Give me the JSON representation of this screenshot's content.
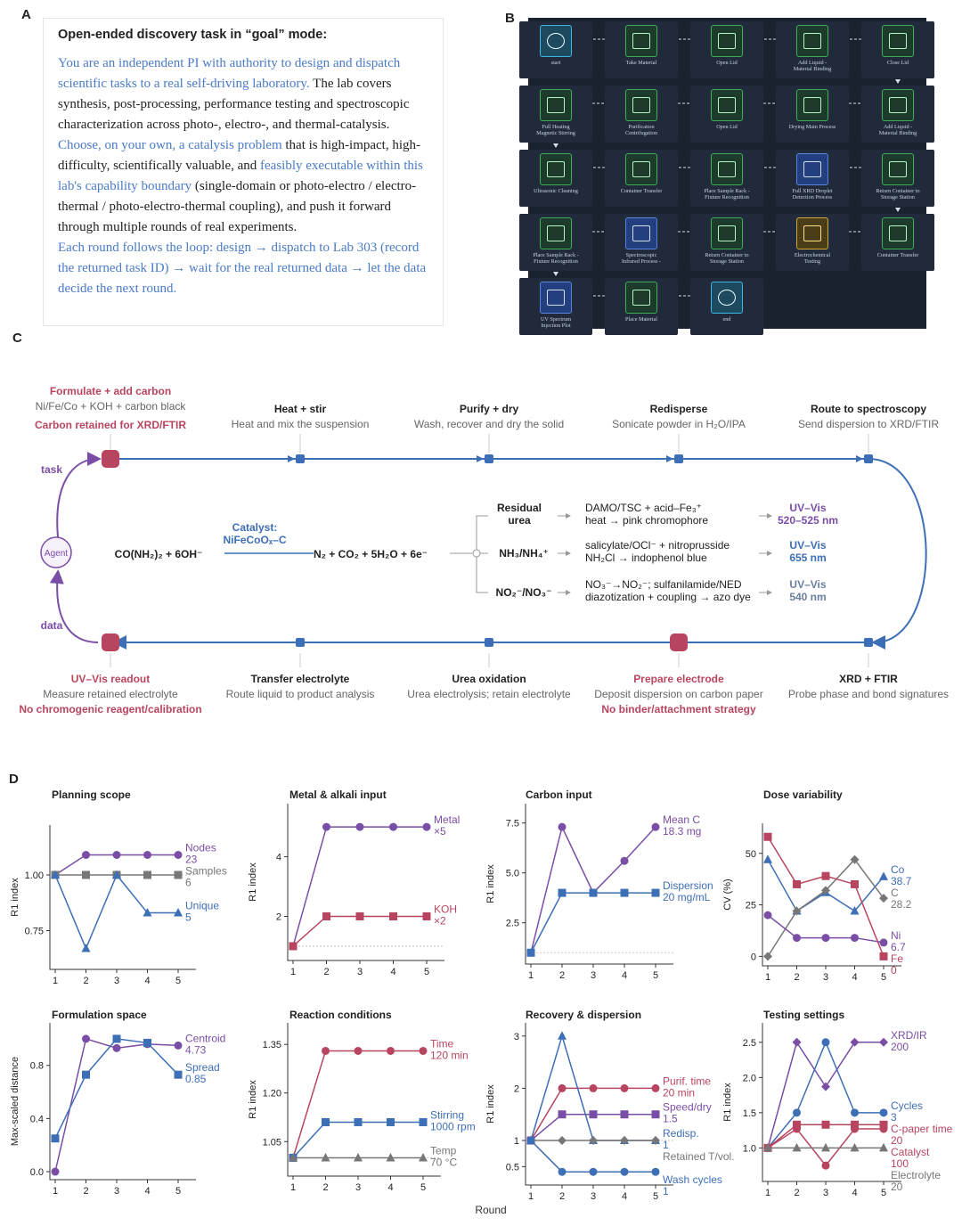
{
  "panels": {
    "a": "A",
    "b": "B",
    "c": "C",
    "d": "D"
  },
  "panel_a": {
    "title": "Open-ended discovery task in “goal” mode:",
    "p1_blue1": "You are an independent PI with authority to design and dispatch scientific tasks to a real self-driving laboratory.",
    "p1_black1": " The lab covers synthesis, post-processing, performance testing and spectroscopic characterization across photo-, electro-, and thermal-catalysis. ",
    "p1_blue2": "Choose, on your own, a catalysis problem",
    "p1_black2": " that is high-impact, high-difficulty, scientifically valuable, and ",
    "p1_blue3": "feasibly executable within this lab's capability boundary",
    "p1_black3": " (single-domain or photo-electro / electro-thermal / photo-electro-thermal coupling), and push it forward through multiple rounds of real experiments.",
    "p2": "Each round follows the loop: design → dispatch to Lab 303 (record the returned task ID) → wait for the real returned data → let the data decide the next round."
  },
  "panel_b": {
    "nodes": [
      {
        "label": "start",
        "color": "teal"
      },
      {
        "label": "Take Material",
        "color": "green"
      },
      {
        "label": "Open Lid",
        "color": "green"
      },
      {
        "label": "Add Liquid - Material Binding",
        "color": "green"
      },
      {
        "label": "Close Lid",
        "color": "green"
      },
      {
        "label": "Add Liquid - Material Binding",
        "color": "green"
      },
      {
        "label": "Drying Main Process",
        "color": "green"
      },
      {
        "label": "Open Lid",
        "color": "green"
      },
      {
        "label": "Purification Centrifugation",
        "color": "green"
      },
      {
        "label": "Full Heating Magnetic Stirring",
        "color": "green"
      },
      {
        "label": "Ultrasonic Cleaning",
        "color": "green"
      },
      {
        "label": "Container Transfer",
        "color": "green"
      },
      {
        "label": "Place Sample Rack - Fixture Recognition",
        "color": "green"
      },
      {
        "label": "Full XRD Droplet Detection Process",
        "color": "blue"
      },
      {
        "label": "Return Container to Storage Station",
        "color": "green"
      },
      {
        "label": "Container Transfer",
        "color": "green"
      },
      {
        "label": "Electrochemical Testing",
        "color": "yellow"
      },
      {
        "label": "Return Container to Storage Station",
        "color": "green"
      },
      {
        "label": "Spectroscopic Infrared Process -",
        "color": "blue"
      },
      {
        "label": "Place Sample Rack - Fixture Recognition",
        "color": "green"
      },
      {
        "label": "UV Spectrum Injection Plot",
        "color": "blue"
      },
      {
        "label": "Place Material",
        "color": "green"
      },
      {
        "label": "end",
        "color": "teal"
      }
    ]
  },
  "panel_c": {
    "top_steps": [
      {
        "title": "Formulate + add carbon",
        "sub": "Ni/Fe/Co + KOH + carbon black",
        "warn": "Carbon retained for XRD/FTIR"
      },
      {
        "title": "Heat + stir",
        "sub": "Heat and mix the suspension",
        "warn": ""
      },
      {
        "title": "Purify + dry",
        "sub": "Wash, recover and dry the solid",
        "warn": ""
      },
      {
        "title": "Redisperse",
        "sub": "Sonicate powder in H₂O/IPA",
        "warn": ""
      },
      {
        "title": "Route to spectroscopy",
        "sub": "Send dispersion to XRD/FTIR",
        "warn": ""
      }
    ],
    "bottom_steps": [
      {
        "title": "UV–Vis readout",
        "sub": "Measure retained electrolyte",
        "warn": "No chromogenic reagent/calibration"
      },
      {
        "title": "Transfer electrolyte",
        "sub": "Route liquid to product analysis",
        "warn": ""
      },
      {
        "title": "Urea oxidation",
        "sub": "Urea electrolysis; retain electrolyte",
        "warn": ""
      },
      {
        "title": "Prepare electrode",
        "sub": "Deposit dispersion on carbon paper",
        "warn": "No binder/attachment strategy"
      },
      {
        "title": "XRD + FTIR",
        "sub": "Probe phase and bond signatures",
        "warn": ""
      }
    ],
    "task_label": "task",
    "data_label": "data",
    "agent_label": "Agent",
    "reactant": "CO(NH₂)₂ + 6OH⁻",
    "catalyst_line1": "Catalyst:",
    "catalyst_line2": "NiFeCoOₓ–C",
    "product": "N₂ + CO₂ + 5H₂O + 6e⁻",
    "assays": [
      {
        "species": "Residual urea",
        "method1": "DAMO/TSC + acid–Fe₃⁺",
        "method2": "heat → pink chromophore",
        "readout1": "UV–Vis",
        "readout2": "520–525 nm"
      },
      {
        "species": "NH₃/NH₄⁺",
        "method1": "salicylate/OCl⁻ + nitroprusside",
        "method2": "NH₂Cl → indophenol blue",
        "readout1": "UV–Vis",
        "readout2": "655 nm"
      },
      {
        "species": "NO₂⁻/NO₃⁻",
        "method1": "NO₃⁻→NO₂⁻; sulfanilamide/NED",
        "method2": "diazotization + coupling → azo dye",
        "readout1": "UV–Vis",
        "readout2": "540 nm"
      }
    ],
    "colors": {
      "blue": "#3d6fb6",
      "purple": "#7a4ea6",
      "red": "#b8455f"
    }
  },
  "panel_d": {
    "x_axis_title": "Round",
    "x_ticks": [
      "1",
      "2",
      "3",
      "4",
      "5"
    ]
  },
  "chart_data": [
    {
      "type": "line",
      "title": "Planning scope",
      "ylabel": "R1 index",
      "ylim": [
        0.6,
        1.2
      ],
      "yticks": [
        "0.75",
        "1.00"
      ],
      "x": [
        1,
        2,
        3,
        4,
        5
      ],
      "ref": 1.0,
      "series": [
        {
          "name": "Nodes",
          "value_label": "23",
          "color": "#7a4ea6",
          "marker": "circle",
          "values": [
            1.0,
            1.09,
            1.09,
            1.09,
            1.09
          ]
        },
        {
          "name": "Samples",
          "value_label": "6",
          "color": "#777777",
          "marker": "square",
          "values": [
            1.0,
            1.0,
            1.0,
            1.0,
            1.0
          ]
        },
        {
          "name": "Unique",
          "value_label": "5",
          "color": "#3d6fb6",
          "marker": "triangle",
          "values": [
            1.0,
            0.67,
            1.0,
            0.83,
            0.83
          ]
        }
      ]
    },
    {
      "type": "line",
      "title": "Metal & alkali input",
      "ylabel": "R1 index",
      "ylim": [
        0.7,
        5.6
      ],
      "yticks": [
        "2",
        "4"
      ],
      "x": [
        1,
        2,
        3,
        4,
        5
      ],
      "ref": 1.0,
      "series": [
        {
          "name": "Metal",
          "value_label": "×5",
          "color": "#7a4ea6",
          "marker": "circle",
          "values": [
            1,
            5,
            5,
            5,
            5
          ]
        },
        {
          "name": "KOH",
          "value_label": "×2",
          "color": "#b8455f",
          "marker": "square",
          "values": [
            1,
            2,
            2,
            2,
            2
          ]
        }
      ]
    },
    {
      "type": "line",
      "title": "Carbon input",
      "ylabel": "R1 index",
      "ylim": [
        0.7,
        8.2
      ],
      "yticks": [
        "2.5",
        "5.0",
        "7.5"
      ],
      "x": [
        1,
        2,
        3,
        4,
        5
      ],
      "ref": 1.0,
      "series": [
        {
          "name": "Mean C",
          "value_label": "18.3 mg",
          "color": "#7a4ea6",
          "marker": "circle",
          "values": [
            1,
            7.3,
            4.0,
            5.6,
            7.3
          ]
        },
        {
          "name": "Dispersion",
          "value_label": "20 mg/mL",
          "color": "#3d6fb6",
          "marker": "square",
          "values": [
            1,
            4.0,
            4.0,
            4.0,
            4.0
          ]
        }
      ]
    },
    {
      "type": "line",
      "title": "Dose variability",
      "ylabel": "CV (%)",
      "ylim": [
        -2,
        62
      ],
      "yticks": [
        "0",
        "25",
        "50"
      ],
      "x": [
        1,
        2,
        3,
        4,
        5
      ],
      "ref": null,
      "series": [
        {
          "name": "Co",
          "value_label": "38.7",
          "color": "#3d6fb6",
          "marker": "triangle",
          "values": [
            47,
            22,
            31,
            22,
            38.7
          ]
        },
        {
          "name": "C",
          "value_label": "28.2",
          "color": "#777777",
          "marker": "diamond",
          "values": [
            0,
            22,
            32,
            47,
            28.2
          ]
        },
        {
          "name": "Ni",
          "value_label": "6.7",
          "color": "#7a4ea6",
          "marker": "circle",
          "values": [
            20,
            9,
            9,
            9,
            6.7
          ]
        },
        {
          "name": "Fe",
          "value_label": "0",
          "color": "#b8455f",
          "marker": "square",
          "values": [
            58,
            35,
            39,
            35,
            0
          ]
        }
      ]
    },
    {
      "type": "line",
      "title": "Formulation space",
      "ylabel": "Max-scaled distance",
      "ylim": [
        -0.02,
        1.08
      ],
      "yticks": [
        "0.0",
        "0.4",
        "0.8"
      ],
      "x": [
        1,
        2,
        3,
        4,
        5
      ],
      "ref": null,
      "series": [
        {
          "name": "Centroid",
          "value_label": "4.73",
          "color": "#7a4ea6",
          "marker": "circle",
          "values": [
            0.0,
            1.0,
            0.93,
            0.96,
            0.95
          ]
        },
        {
          "name": "Spread",
          "value_label": "0.85",
          "color": "#3d6fb6",
          "marker": "square",
          "values": [
            0.25,
            0.73,
            1.0,
            0.97,
            0.73
          ]
        }
      ]
    },
    {
      "type": "line",
      "title": "Reaction conditions",
      "ylabel": "R1 index",
      "ylim": [
        0.96,
        1.4
      ],
      "yticks": [
        "1.05",
        "1.20",
        "1.35"
      ],
      "x": [
        1,
        2,
        3,
        4,
        5
      ],
      "ref": 1.0,
      "series": [
        {
          "name": "Time",
          "value_label": "120 min",
          "color": "#b8455f",
          "marker": "circle",
          "values": [
            1.0,
            1.33,
            1.33,
            1.33,
            1.33
          ]
        },
        {
          "name": "Stirring",
          "value_label": "1000 rpm",
          "color": "#3d6fb6",
          "marker": "square",
          "values": [
            1.0,
            1.11,
            1.11,
            1.11,
            1.11
          ]
        },
        {
          "name": "Temp",
          "value_label": "70 °C",
          "color": "#777777",
          "marker": "triangle",
          "values": [
            1.0,
            1.0,
            1.0,
            1.0,
            1.0
          ]
        }
      ]
    },
    {
      "type": "line",
      "title": "Recovery & dispersion",
      "ylabel": "R1 index",
      "ylim": [
        0.25,
        3.15
      ],
      "yticks": [
        "0.5",
        "1",
        "2",
        "3"
      ],
      "x": [
        1,
        2,
        3,
        4,
        5
      ],
      "ref": 1.0,
      "series": [
        {
          "name": "Purif. time",
          "value_label": "20 min",
          "color": "#b8455f",
          "marker": "circle",
          "values": [
            1,
            2,
            2,
            2,
            2
          ]
        },
        {
          "name": "Speed/dry",
          "value_label": "1.5",
          "color": "#7a4ea6",
          "marker": "square",
          "values": [
            1,
            1.5,
            1.5,
            1.5,
            1.5
          ]
        },
        {
          "name": "Redisp.",
          "value_label": "1",
          "color": "#3d6fb6",
          "marker": "triangle",
          "values": [
            1,
            3,
            1,
            1,
            1
          ]
        },
        {
          "name": "Retained T/vol.",
          "value_label": "",
          "color": "#777777",
          "marker": "diamond",
          "values": [
            1,
            1,
            1,
            1,
            1
          ]
        },
        {
          "name": "Wash cycles",
          "value_label": "1",
          "color": "#3d6fb6",
          "marker": "circle",
          "values": [
            1,
            0.4,
            0.4,
            0.4,
            0.4
          ]
        }
      ]
    },
    {
      "type": "line",
      "title": "Testing settings",
      "ylabel": "R1 index",
      "ylim": [
        0.6,
        2.7
      ],
      "yticks": [
        "1.0",
        "1.5",
        "2.0",
        "2.5"
      ],
      "x": [
        1,
        2,
        3,
        4,
        5
      ],
      "ref": null,
      "series": [
        {
          "name": "XRD/IR",
          "value_label": "200",
          "color": "#7a4ea6",
          "marker": "diamond",
          "values": [
            1,
            2.5,
            1.87,
            2.5,
            2.5
          ]
        },
        {
          "name": "Cycles",
          "value_label": "3",
          "color": "#3d6fb6",
          "marker": "circle",
          "values": [
            1,
            1.5,
            2.5,
            1.5,
            1.5
          ]
        },
        {
          "name": "C-paper time",
          "value_label": "20",
          "color": "#b8455f",
          "marker": "square",
          "values": [
            1,
            1.33,
            1.33,
            1.33,
            1.33
          ]
        },
        {
          "name": "Catalyst",
          "value_label": "100",
          "color": "#b8455f",
          "marker": "circle",
          "values": [
            1,
            1.27,
            0.75,
            1.27,
            1.27
          ]
        },
        {
          "name": "Electrolyte",
          "value_label": "20",
          "color": "#777777",
          "marker": "triangle",
          "values": [
            1,
            1,
            1,
            1,
            1
          ]
        }
      ]
    }
  ]
}
